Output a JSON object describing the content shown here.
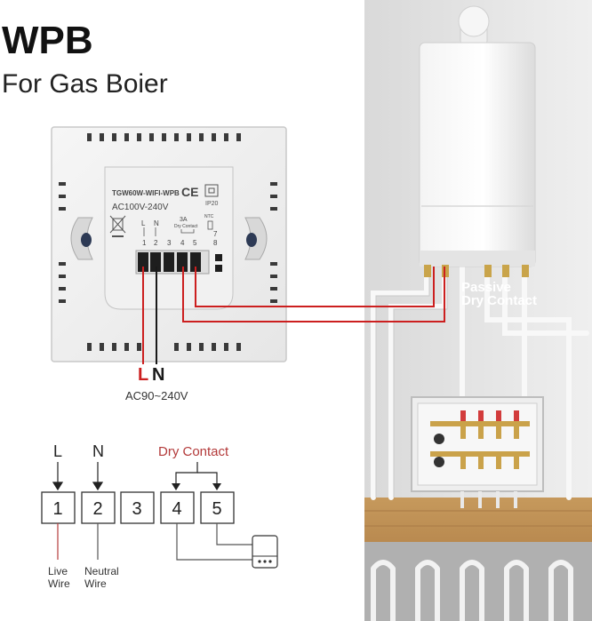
{
  "header": {
    "title": "WPB",
    "subtitle": "For Gas Boier"
  },
  "device": {
    "model": "TGW60W-WIFI-WPB",
    "voltage": "AC100V-240V",
    "ce_mark": "CE",
    "ip_rating": "IP20",
    "relay_rating": "3A",
    "relay_label": "Dry Contact",
    "ntc_label": "NTC",
    "terminal_labels": {
      "L": "L",
      "N": "N",
      "t1": "1",
      "t2": "2",
      "t3": "3",
      "t4": "4",
      "t5": "5",
      "t7": "7",
      "t8": "8"
    }
  },
  "supply": {
    "live": "L",
    "neutral": "N",
    "range": "AC90~240V"
  },
  "boiler": {
    "contact_line1": "Passive",
    "contact_line2": "Dry Contact"
  },
  "schematic": {
    "live_letter": "L",
    "neutral_letter": "N",
    "dry_contact": "Dry Contact",
    "terminals": [
      "1",
      "2",
      "3",
      "4",
      "5"
    ],
    "live_caption_1": "Live",
    "live_caption_2": "Wire",
    "neutral_caption_1": "Neutral",
    "neutral_caption_2": "Wire"
  },
  "colors": {
    "live_wire": "#cc1f1f",
    "neutral_wire": "#1a1a1a",
    "schematic_red": "#b33a3a",
    "text": "#222222"
  }
}
